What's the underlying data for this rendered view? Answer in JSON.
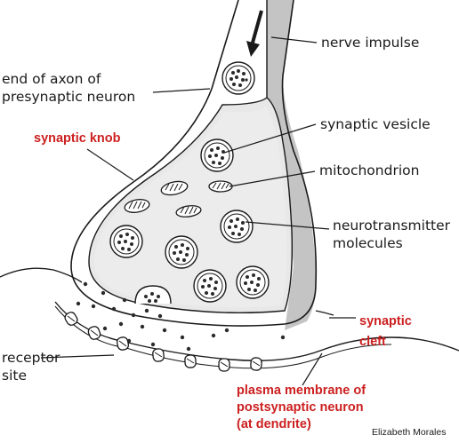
{
  "labels": {
    "nerve_impulse": "nerve impulse",
    "end_of_axon_line1": "end of axon of",
    "end_of_axon_line2": "presynaptic neuron",
    "synaptic_vesicle": "synaptic vesicle",
    "synaptic_knob": "synaptic knob",
    "mitochondrion": "mitochondrion",
    "neurotransmitter_line1": "neurotransmitter",
    "neurotransmitter_line2": "molecules",
    "synaptic_cleft_line1": "synaptic",
    "synaptic_cleft_line2": "cleft",
    "receptor_site_line1": "receptor",
    "receptor_site_line2": "site",
    "plasma_membrane_line1": "plasma membrane of",
    "plasma_membrane_line2": "postsynaptic neuron",
    "plasma_membrane_line3": "(at dendrite)",
    "credit": "Elizabeth Morales"
  },
  "colors": {
    "ink": "#1a1a1a",
    "shading": "#c4c4c4",
    "highlight_label": "#cc2020"
  }
}
